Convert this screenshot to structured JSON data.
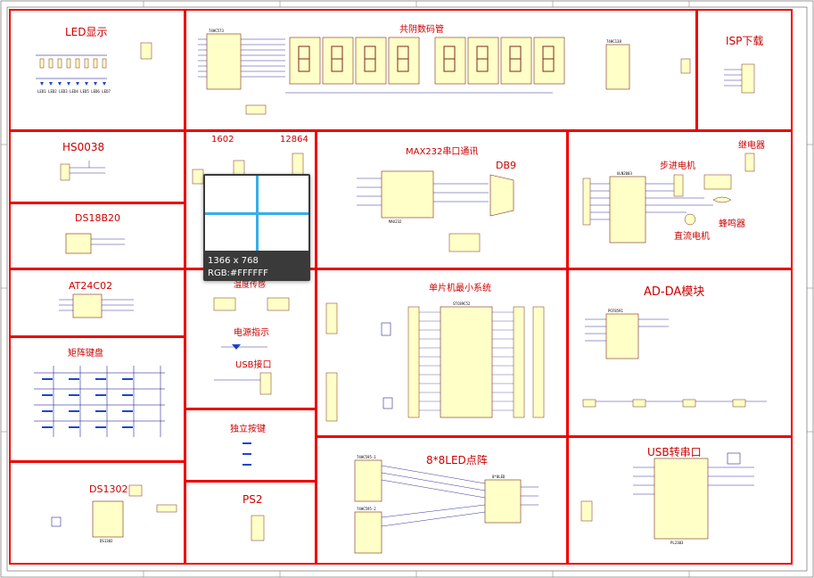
{
  "sections": [
    {
      "key": "led",
      "title": "LED显示",
      "color": "#cc0000"
    },
    {
      "key": "seg",
      "title": "共阴数码管",
      "color": "#cc0000"
    },
    {
      "key": "isp",
      "title": "ISP下载",
      "color": "#cc0000"
    },
    {
      "key": "hs",
      "title": "HS0038",
      "color": "#cc0000"
    },
    {
      "key": "lcd_a",
      "title": "1602",
      "color": "#cc0000"
    },
    {
      "key": "lcd_b",
      "title": "12864",
      "color": "#cc0000"
    },
    {
      "key": "max",
      "title": "MAX232串口通讯",
      "color": "#cc0000"
    },
    {
      "key": "db9",
      "title": "DB9",
      "color": "#cc0000"
    },
    {
      "key": "relay",
      "title": "继电器",
      "color": "#cc0000"
    },
    {
      "key": "stepper",
      "title": "步进电机",
      "color": "#cc0000"
    },
    {
      "key": "buzzer",
      "title": "蜂鸣器",
      "color": "#cc0000"
    },
    {
      "key": "dcmotor",
      "title": "直流电机",
      "color": "#cc0000"
    },
    {
      "key": "ds18",
      "title": "DS18B20",
      "color": "#cc0000"
    },
    {
      "key": "at24",
      "title": "AT24C02",
      "color": "#cc0000"
    },
    {
      "key": "temp",
      "title": "温度传感",
      "color": "#cc0000"
    },
    {
      "key": "power",
      "title": "电源指示",
      "color": "#cc0000"
    },
    {
      "key": "usbport",
      "title": "USB接口",
      "color": "#cc0000"
    },
    {
      "key": "mcu",
      "title": "单片机最小系统",
      "color": "#cc0000"
    },
    {
      "key": "adda",
      "title": "AD-DA模块",
      "color": "#cc0000"
    },
    {
      "key": "keypad",
      "title": "矩阵键盘",
      "color": "#cc0000"
    },
    {
      "key": "keys",
      "title": "独立按键",
      "color": "#cc0000"
    },
    {
      "key": "ds1302",
      "title": "DS1302",
      "color": "#cc0000"
    },
    {
      "key": "ps2",
      "title": "PS2",
      "color": "#cc0000"
    },
    {
      "key": "matrix",
      "title": "8*8LED点阵",
      "color": "#cc0000"
    },
    {
      "key": "usbser",
      "title": "USB转串口",
      "color": "#cc0000"
    }
  ],
  "chips": {
    "latch": "74HC573",
    "decoder": "74HC138",
    "max232": "MAX232",
    "driver": "ULN2003",
    "mcu": "STC89C52",
    "adc": "PCF8591",
    "shift1": "74HC595-1",
    "shift2": "74HC595-2",
    "rtc": "DS1302",
    "usb": "PL2303",
    "led8x8": "8*8LED",
    "ds18": "DS18B20",
    "eeprom": "AT24C02"
  },
  "tooltip": {
    "size_text": "1366 x 768",
    "rgb_text": "RGB:#FFFFFF",
    "sample_color": "#ffffff",
    "crosshair_color": "#37aeea"
  },
  "colors": {
    "frame": "#ee0000",
    "component_fill": "#ffffc8",
    "component_stroke": "#7a2a1a",
    "wire": "#000080"
  }
}
